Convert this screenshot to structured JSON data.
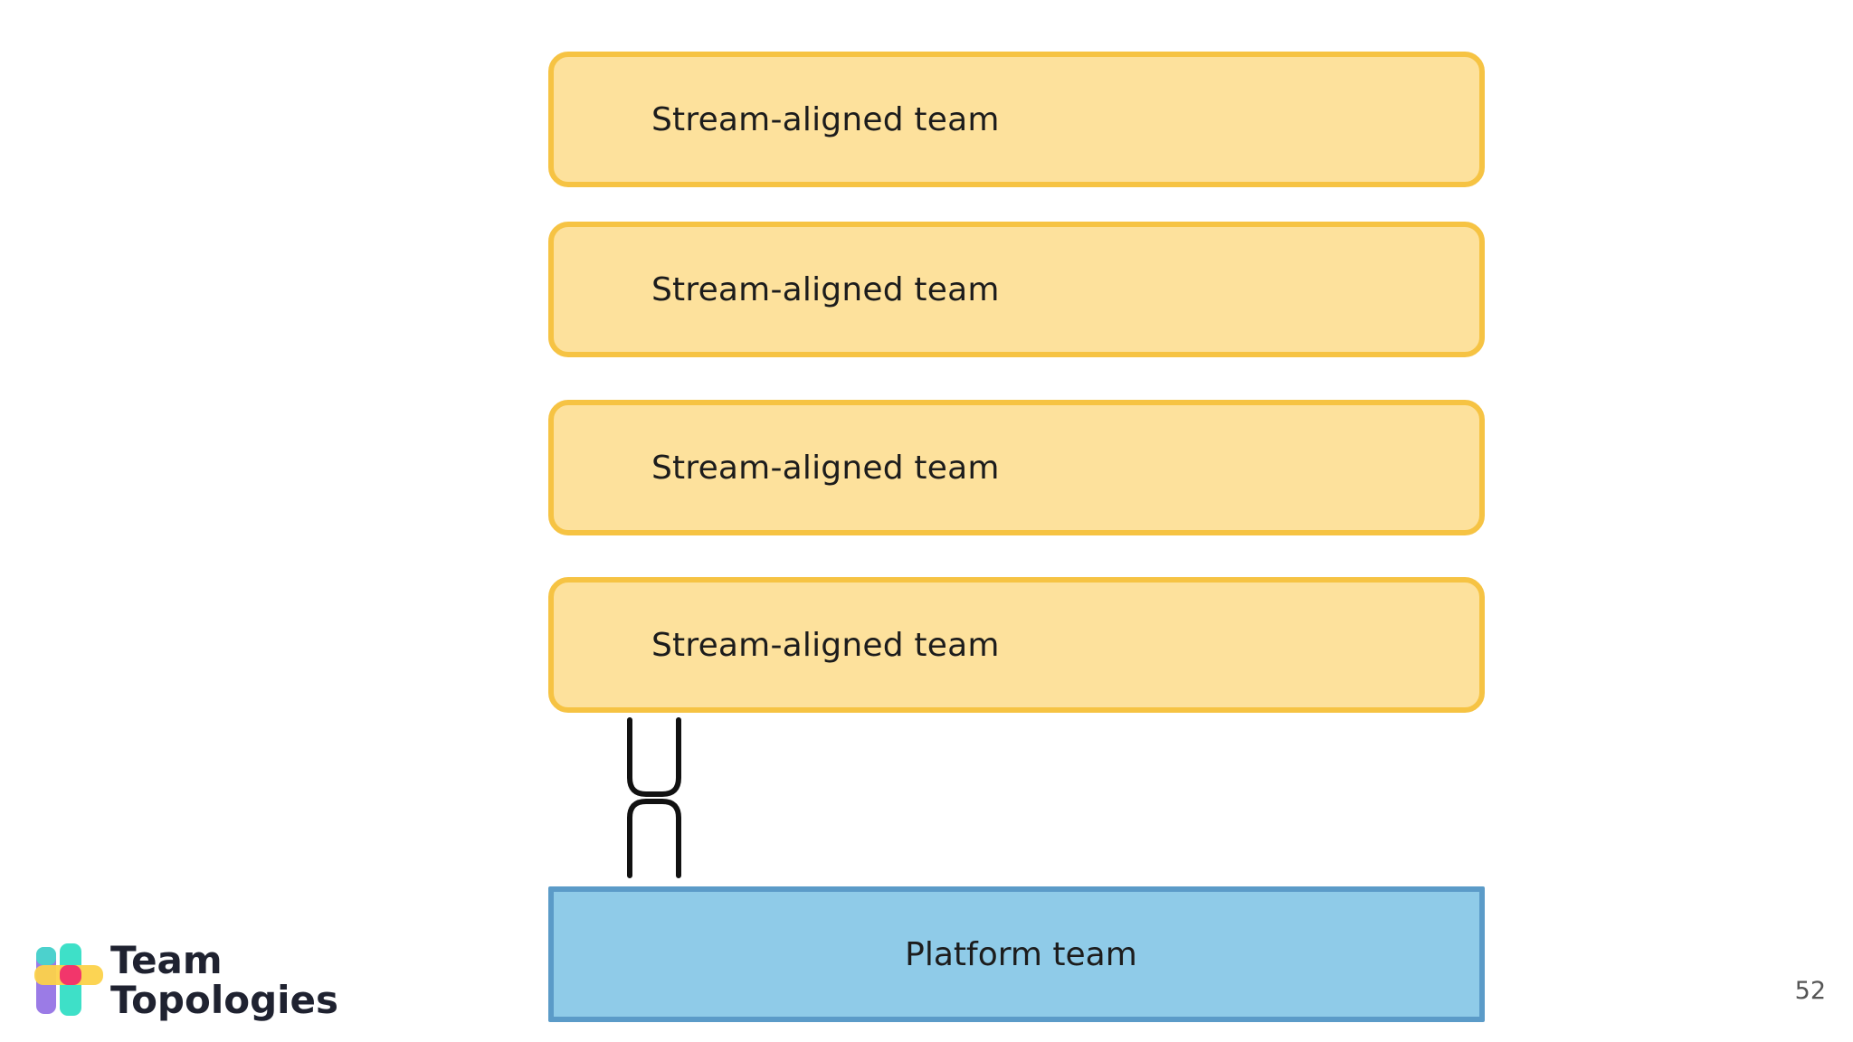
{
  "stream_teams": [
    {
      "label": "Stream-aligned team"
    },
    {
      "label": "Stream-aligned team"
    },
    {
      "label": "Stream-aligned team"
    },
    {
      "label": "Stream-aligned team"
    }
  ],
  "platform_team": {
    "label": "Platform team"
  },
  "logo": {
    "line1": "Team",
    "line2": "Topologies"
  },
  "page_number": "52",
  "colors": {
    "stream_fill": "#fde19c",
    "stream_border": "#f6c343",
    "platform_fill": "#8fcbe8",
    "platform_border": "#5b9bc8"
  }
}
